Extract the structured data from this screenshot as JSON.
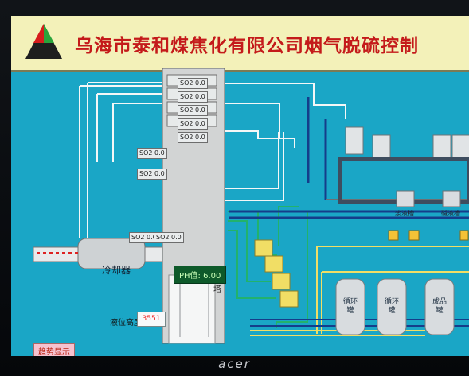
{
  "header": {
    "title": "乌海市泰和煤焦化有限公司烟气脱硫控制"
  },
  "brand": {
    "name": "acer"
  },
  "labels": {
    "cooler": "冷却器",
    "absorber": "吸收塔",
    "tank1": "循环罐",
    "tank2": "循环罐",
    "tank3": "成品罐",
    "pump_tank_left": "浆液槽",
    "pump_tank_right": "碱液槽",
    "height_label": "液位高度",
    "height_value": "3551",
    "ph_value": "PH值: 6.00",
    "footer_button": "趋势显示"
  },
  "sensor_tags": [
    "SO2 0.0",
    "SO2 0.0",
    "SO2 0.0",
    "SO2 0.0",
    "SO2 0.0",
    "SO2 0.0",
    "SO2 0.0",
    "SO2 0.0",
    "SO2 0.0"
  ],
  "colors": {
    "screen_bg": "#1aa6c6",
    "header_bg": "#f3f1b9",
    "title": "#c41a1a",
    "pipe_white": "#f4f7f7",
    "pipe_green": "#22b26c",
    "pipe_blue": "#153d8a",
    "pipe_yellow": "#f1de65"
  }
}
